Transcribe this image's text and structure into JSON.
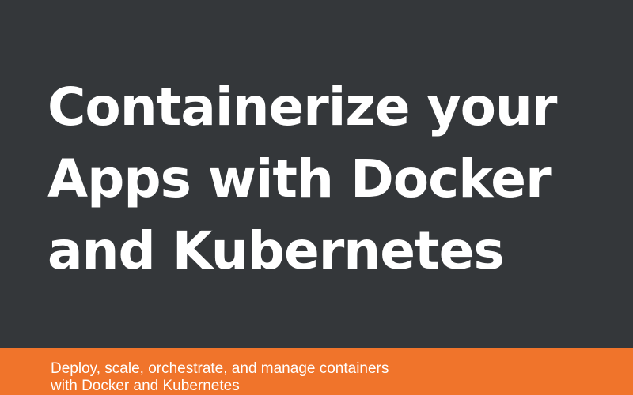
{
  "cover": {
    "background_color": "#34373a",
    "accent_color": "#f0742b",
    "title_lines": [
      "Containerize your",
      "Apps with Docker",
      "and Kubernetes"
    ],
    "subtitle_lines": [
      "Deploy, scale, orchestrate, and manage containers",
      "with Docker and Kubernetes"
    ]
  }
}
